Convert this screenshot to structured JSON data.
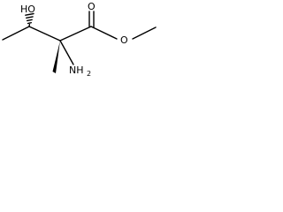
{
  "molecule": {
    "atoms": {
      "hydroxyl": {
        "label": "HO"
      },
      "carbonyl_oxygen": {
        "label": "O"
      },
      "ester_oxygen": {
        "label": "O"
      },
      "amine": {
        "label": "NH",
        "subscript": "2"
      }
    },
    "colors": {
      "bond": "#000000",
      "label": "#000000",
      "background": "#ffffff"
    }
  }
}
